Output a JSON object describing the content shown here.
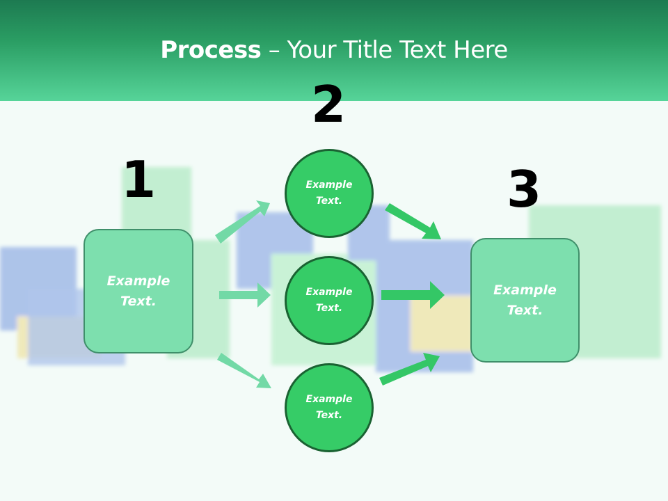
{
  "title": {
    "bold": "Process",
    "rest": " – Your Title Text Here"
  },
  "steps": [
    {
      "number": "1",
      "text_line1": "Example",
      "text_line2": "Text."
    },
    {
      "number": "2",
      "circles": [
        {
          "text_line1": "Example",
          "text_line2": "Text."
        },
        {
          "text_line1": "Example",
          "text_line2": "Text."
        },
        {
          "text_line1": "Example",
          "text_line2": "Text."
        }
      ]
    },
    {
      "number": "3",
      "text_line1": "Example",
      "text_line2": "Text."
    }
  ],
  "colors": {
    "header_dark": "#1d7a51",
    "header_light": "#56d499",
    "box": "#7ddfae",
    "circle": "#36cc67",
    "arrow_light": "#72d9a6",
    "arrow_dark": "#34c766"
  }
}
